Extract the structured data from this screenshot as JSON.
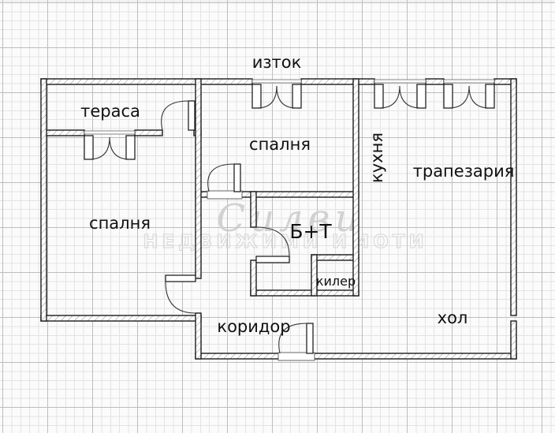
{
  "compass": {
    "east": "изток"
  },
  "rooms": {
    "terrace": "тераса",
    "bedroom_left": "спалня",
    "bedroom_middle": "спалня",
    "kitchen": "кухня",
    "dining": "трапезария",
    "bathroom": "Б+Т",
    "pantry": "килер",
    "corridor": "коридор",
    "hall": "хол"
  },
  "watermark": {
    "script": "Силви",
    "tagline": "НЕДВИЖИМИ ИМОТИ"
  },
  "colors": {
    "background": "#fbfbfb",
    "grid_minor": "#e3e3e3",
    "grid_major": "#bdbdbd",
    "wall_line": "#1c1c1c",
    "hatch": "#8f8f8f",
    "label": "#111111",
    "watermark_script": "#cccccc",
    "watermark_outline": "#d6d6d6"
  }
}
